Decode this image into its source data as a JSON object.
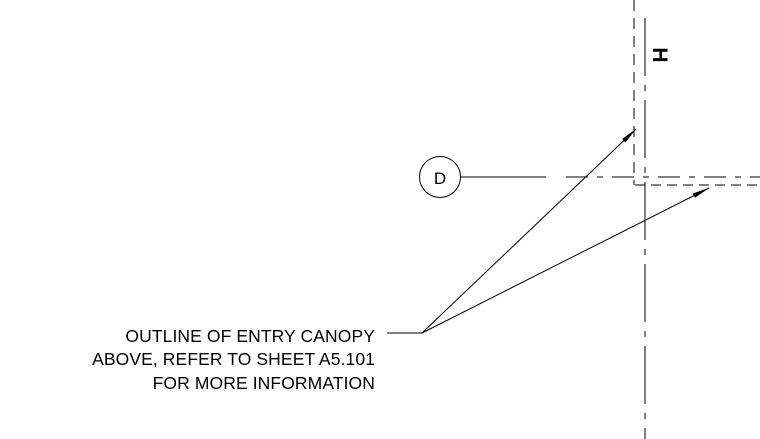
{
  "drawing": {
    "grid_bubble_label": "D",
    "section_mark_label": "H",
    "note_lines": [
      "OUTLINE OF ENTRY CANOPY",
      "ABOVE, REFER TO SHEET A5.101",
      "FOR MORE INFORMATION"
    ],
    "line_color": "#000000"
  }
}
